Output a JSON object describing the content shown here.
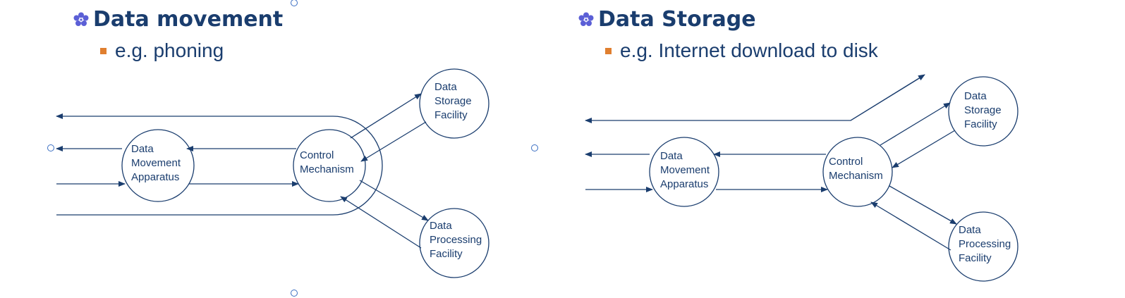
{
  "left": {
    "heading": "Data movement",
    "sub": "e.g. phoning",
    "nodes": {
      "dma": [
        "Data",
        "Movement",
        "Apparatus"
      ],
      "ctrl": [
        "Control",
        "Mechanism"
      ],
      "storage": [
        "Data",
        "Storage",
        "Facility"
      ],
      "proc": [
        "Data",
        "Processing",
        "Facility"
      ]
    }
  },
  "right": {
    "heading": "Data Storage",
    "sub": "e.g. Internet download to disk",
    "nodes": {
      "dma": [
        "Data",
        "Movement",
        "Apparatus"
      ],
      "ctrl": [
        "Control",
        "Mechanism"
      ],
      "storage": [
        "Data",
        "Storage",
        "Facility"
      ],
      "proc": [
        "Data",
        "Processing",
        "Facility"
      ]
    }
  },
  "colors": {
    "line": "#1a3d6e",
    "heading": "#1a3d6e",
    "bullet": "#e07f2f",
    "handle": "#3a6ec2"
  },
  "icons": {
    "heading_bullet": "flower-icon",
    "sub_bullet": "square-bullet-icon"
  }
}
